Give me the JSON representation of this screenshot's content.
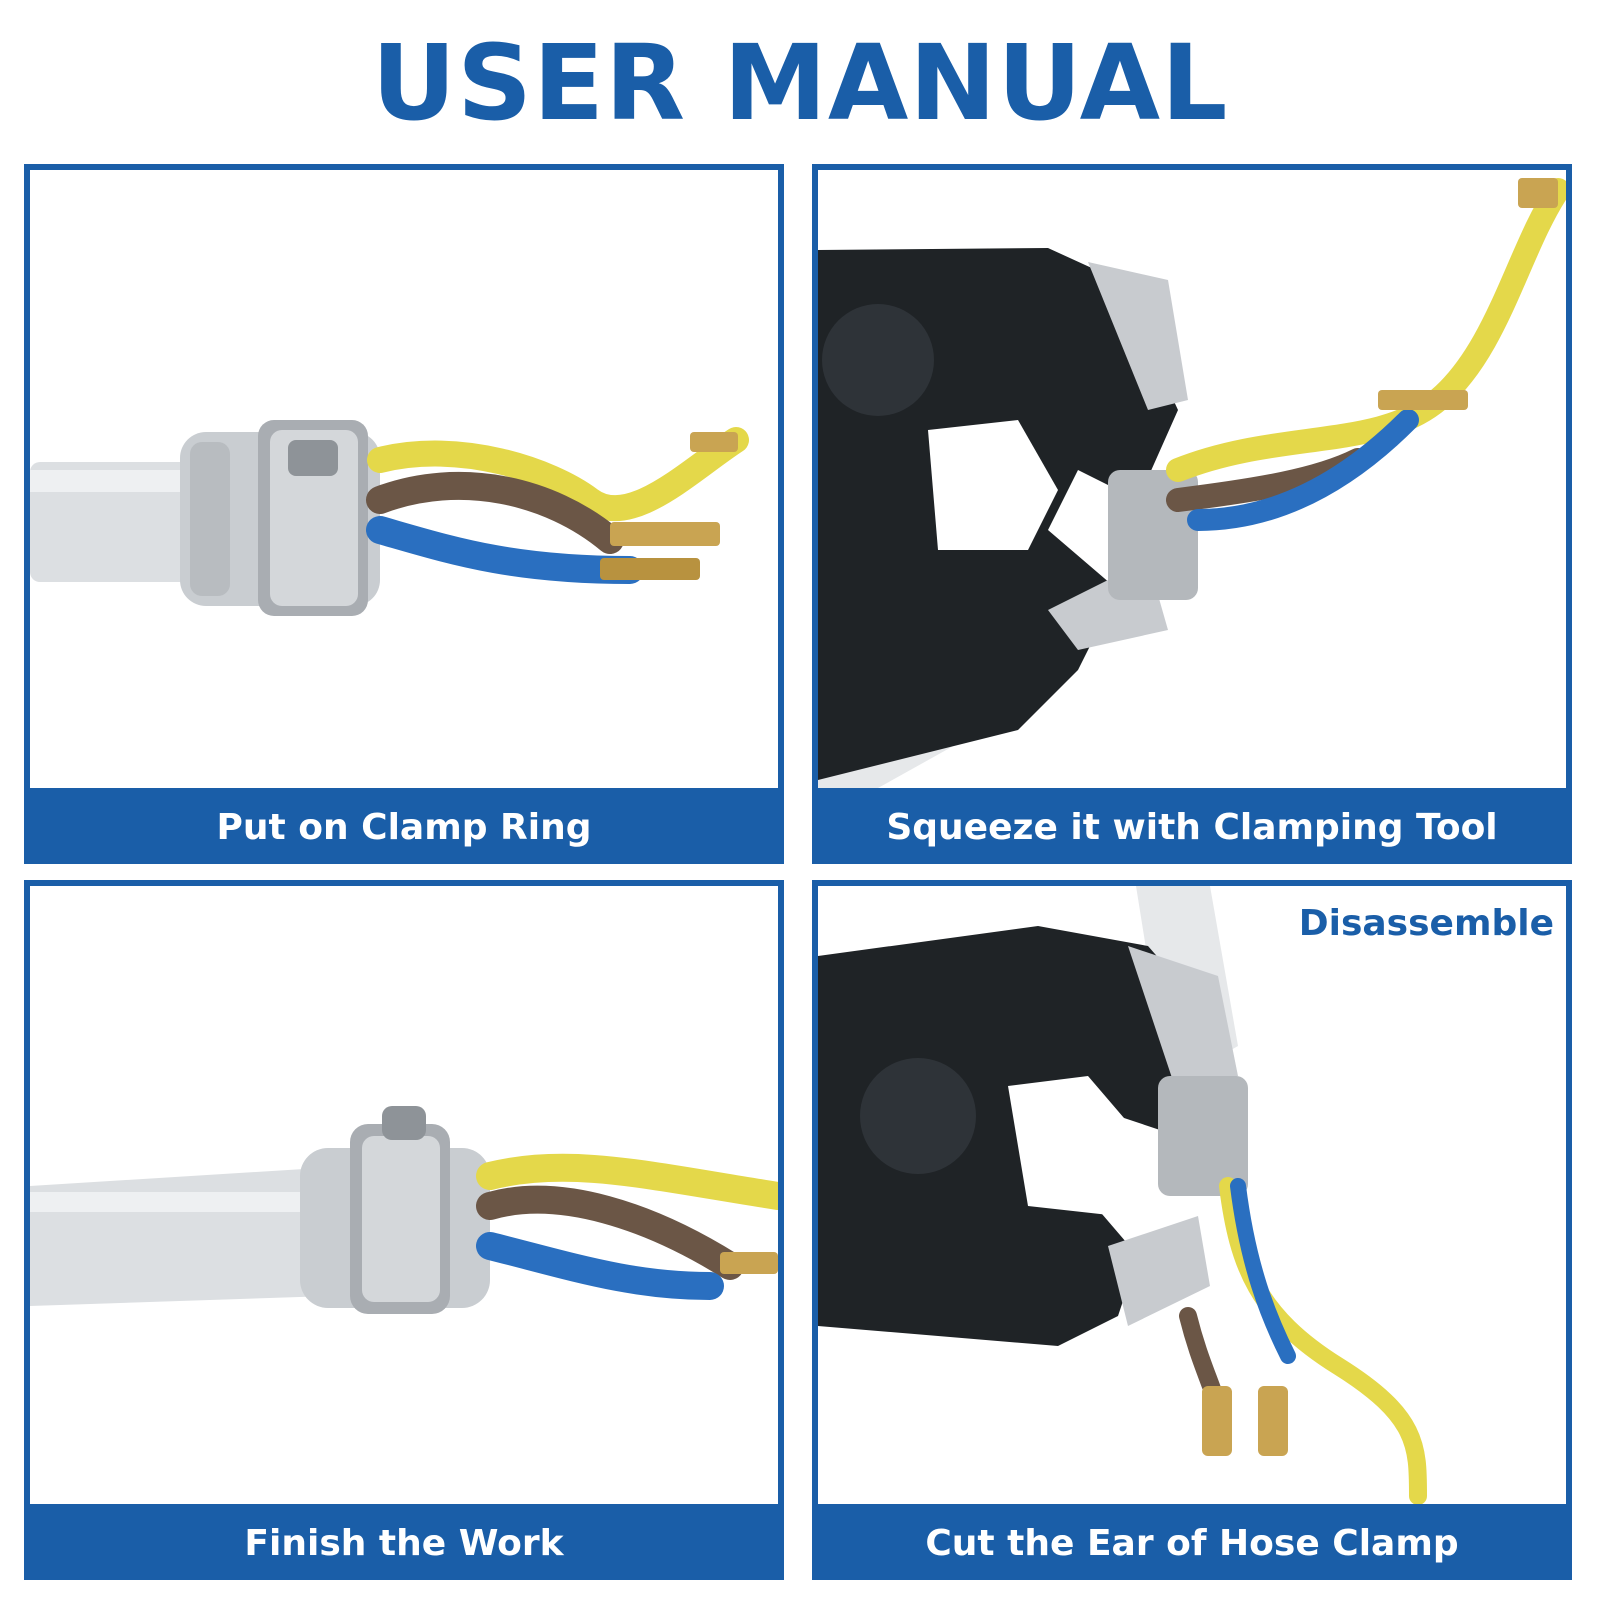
{
  "title": "USER MANUAL",
  "colors": {
    "accent": "#1a5ea8",
    "background": "#ffffff"
  },
  "steps": [
    {
      "caption": "Put on Clamp Ring",
      "image": "cable-with-clamp-ring"
    },
    {
      "caption": "Squeeze it with Clamping Tool",
      "image": "pincers-squeezing-clamp"
    },
    {
      "caption": "Finish the Work",
      "image": "cable-with-closed-clamp"
    },
    {
      "caption": "Cut the Ear of Hose Clamp",
      "image": "pincers-cutting-clamp-ear",
      "note": "Disassemble"
    }
  ]
}
